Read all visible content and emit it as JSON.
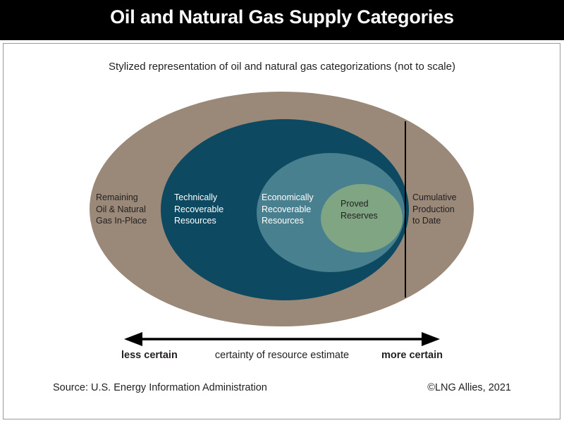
{
  "header": {
    "title": "Oil and Natural Gas Supply Categories",
    "background_color": "#000000",
    "text_color": "#ffffff"
  },
  "subtitle": "Stylized representation of oil and natural gas categorizations (not to scale)",
  "chart_data": {
    "type": "diagram",
    "subtype": "nested-ellipse-venn",
    "title": "Oil and Natural Gas Supply Categories",
    "subtitle": "Stylized representation of oil and natural gas categorizations (not to scale)",
    "note": "not to scale",
    "regions": [
      {
        "id": "remaining-in-place",
        "label": "Remaining\nOil & Natural\nGas In-Place",
        "color": "#9a8878",
        "text_color": "#231f20",
        "nesting_level": 0,
        "relative_size": 1.0
      },
      {
        "id": "technically-recoverable",
        "label": "Technically\nRecoverable\nResources",
        "color": "#0d4a61",
        "text_color": "#ffffff",
        "nesting_level": 1,
        "relative_size": 0.65
      },
      {
        "id": "economically-recoverable",
        "label": "Economically\nRecoverable\nResources",
        "color": "#49808f",
        "text_color": "#ffffff",
        "nesting_level": 2,
        "relative_size": 0.39
      },
      {
        "id": "proved-reserves",
        "label": "Proved\nReserves",
        "color": "#7fa583",
        "text_color": "#231f20",
        "nesting_level": 3,
        "relative_size": 0.21
      },
      {
        "id": "cumulative-production",
        "label": "Cumulative\nProduction\nto Date",
        "color": "#9a8878",
        "text_color": "#231f20",
        "nesting_level": 0,
        "relative_size": 0.18,
        "separated_by": "vertical-divider-line"
      }
    ],
    "axis": {
      "label": "certainty of resource estimate",
      "left_label": "less certain",
      "right_label": "more certain",
      "direction": "double-headed-horizontal-arrow"
    }
  },
  "certainty_axis": {
    "left_label": "less certain",
    "center_label": "certainty of resource estimate",
    "right_label": "more certain"
  },
  "footer": {
    "source": "Source: U.S. Energy Information Administration",
    "credit": "©LNG Allies, 2021"
  },
  "colors": {
    "tan": "#9a8878",
    "dark_teal": "#0d4a61",
    "medium_teal": "#49808f",
    "green": "#7fa583",
    "black": "#000000",
    "white": "#ffffff",
    "frame_border": "#9a9a9a"
  }
}
